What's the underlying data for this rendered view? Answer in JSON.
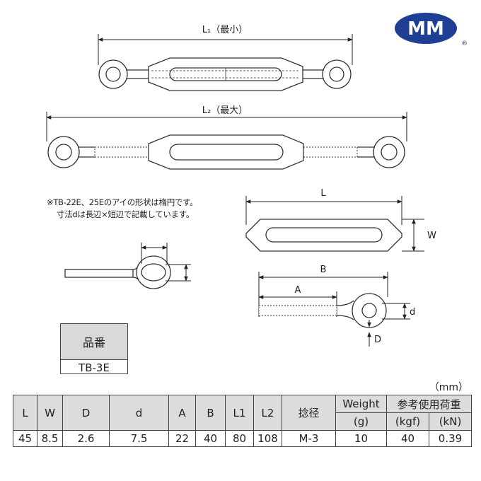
{
  "logo": {
    "text": "MM",
    "registered": "®",
    "color": "#1f3f95"
  },
  "drawing": {
    "L1_label": "L₁（最小）",
    "L2_label": "L₂（最大）",
    "L_label": "L",
    "W_label": "W",
    "B_label": "B",
    "A_label": "A",
    "d_label": "d",
    "D_label": "D"
  },
  "note": {
    "line1": "※TB-22E、25Eのアイの形状は楕円です。",
    "line2": "寸法dは長辺×短辺で記載しています。"
  },
  "part": {
    "header": "品番",
    "value": "TB-3E"
  },
  "unit": "（mm）",
  "spec_table": {
    "headers": [
      "L",
      "W",
      "D",
      "d",
      "A",
      "B",
      "L1",
      "L2",
      "捻径"
    ],
    "weight_header": "Weight",
    "weight_unit": "(g)",
    "load_header": "参考使用荷重",
    "load_units": [
      "(kgf)",
      "(kN)"
    ],
    "row": [
      "45",
      "8.5",
      "2.6",
      "7.5",
      "22",
      "40",
      "80",
      "108",
      "M-3",
      "10",
      "40",
      "0.39"
    ]
  }
}
